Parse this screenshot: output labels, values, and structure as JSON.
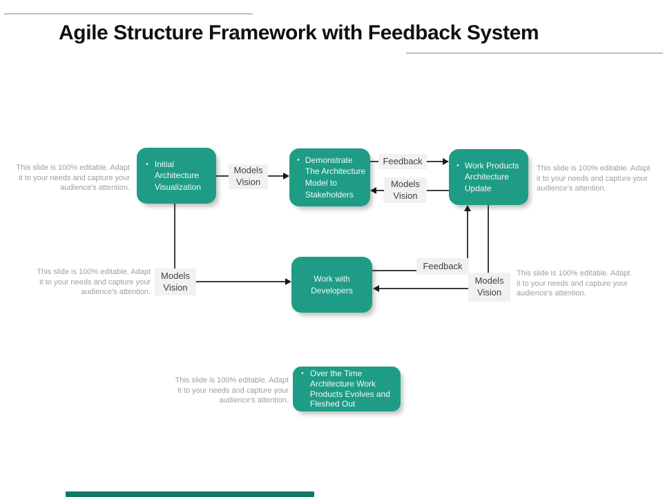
{
  "slide": {
    "title": "Agile Structure Framework with Feedback System"
  },
  "nodes": {
    "initial": {
      "bullet": "•",
      "text": "Initial\nArchitecture\nVisualization"
    },
    "demonstrate": {
      "bullet": "•",
      "text": "Demonstrate\nThe Architecture\nModel to\nStakeholders"
    },
    "work_products": {
      "bullet": "•",
      "text": "Work Products\nArchitecture\nUpdate"
    },
    "developers": {
      "text": "Work with\nDevelopers"
    },
    "evolution": {
      "bullet": "•",
      "text": "Over the Time\nArchitecture Work\nProducts Evolves and\nFleshed Out"
    }
  },
  "connector_labels": {
    "models_vision_top": "Models\nVision",
    "feedback_top": "Feedback",
    "models_vision_return": "Models\nVision",
    "models_vision_left": "Models\nVision",
    "feedback_mid": "Feedback",
    "models_vision_right": "Models\nVision"
  },
  "notes": {
    "top_left": "This slide is 100% editable. Adapt\nit to your needs and capture your\naudience's attention.",
    "top_right": "This slide is 100% editable. Adapt\nit to your needs and capture your\naudience's attention.",
    "mid_left": "This slide is 100% editable. Adapt\nit to your needs and capture your\naudience's attention.",
    "mid_right": "This slide is 100% editable. Adapt\nit to your needs and capture your\naudience's attention.",
    "bottom": "This slide is 100% editable. Adapt\nit to your needs and capture your\naudience's attention."
  },
  "colors": {
    "node_fill": "#1F9C85",
    "tag_bg": "#F1F1F1",
    "tag_text": "#3F3F3F",
    "note_text": "#9E9E9E",
    "accent_bar": "#117A67"
  }
}
